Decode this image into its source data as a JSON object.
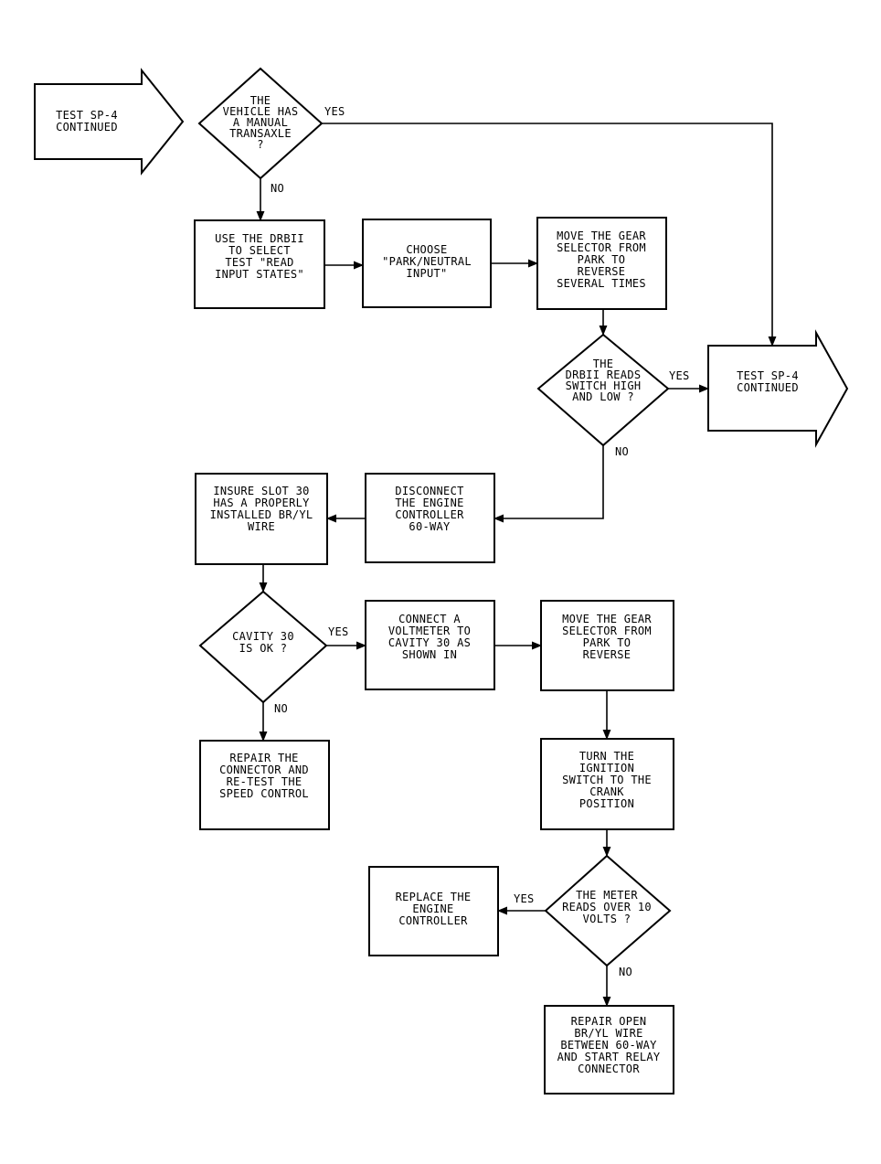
{
  "nodes": {
    "start": [
      "TEST SP-4",
      "CONTINUED"
    ],
    "manual": [
      "THE",
      "VEHICLE HAS",
      "A MANUAL",
      "TRANSAXLE",
      "?"
    ],
    "drbii": [
      "USE THE DRBII",
      "TO SELECT",
      "TEST \"READ",
      "INPUT STATES\""
    ],
    "choose": [
      "CHOOSE",
      "\"PARK/NEUTRAL",
      "INPUT\""
    ],
    "move1": [
      "MOVE THE GEAR",
      "SELECTOR FROM",
      "PARK TO",
      "REVERSE",
      "SEVERAL TIMES"
    ],
    "reads": [
      "THE",
      "DRBII READS",
      "SWITCH HIGH",
      "AND LOW ?"
    ],
    "end": [
      "TEST SP-4",
      "CONTINUED"
    ],
    "disconnect": [
      "DISCONNECT",
      "THE ENGINE",
      "CONTROLLER",
      "60-WAY"
    ],
    "insure": [
      "INSURE SLOT 30",
      "HAS A PROPERLY",
      "INSTALLED BR/YL",
      "WIRE"
    ],
    "cavity": [
      "CAVITY 30",
      "IS OK ?"
    ],
    "voltmeter": [
      "CONNECT A",
      "VOLTMETER TO",
      "CAVITY 30 AS",
      "SHOWN IN"
    ],
    "move2": [
      "MOVE THE GEAR",
      "SELECTOR FROM",
      "PARK TO",
      "REVERSE"
    ],
    "repair1": [
      "REPAIR THE",
      "CONNECTOR AND",
      "RE-TEST THE",
      "SPEED CONTROL"
    ],
    "ignition": [
      "TURN THE",
      "IGNITION",
      "SWITCH TO THE",
      "CRANK",
      "POSITION"
    ],
    "meter": [
      "THE METER",
      "READS OVER 10",
      "VOLTS ?"
    ],
    "replace": [
      "REPLACE THE",
      "ENGINE",
      "CONTROLLER"
    ],
    "repair2": [
      "REPAIR OPEN",
      "BR/YL WIRE",
      "BETWEEN 60-WAY",
      "AND START RELAY",
      "CONNECTOR"
    ]
  },
  "edge_labels": {
    "yes": "YES",
    "no": "NO"
  }
}
